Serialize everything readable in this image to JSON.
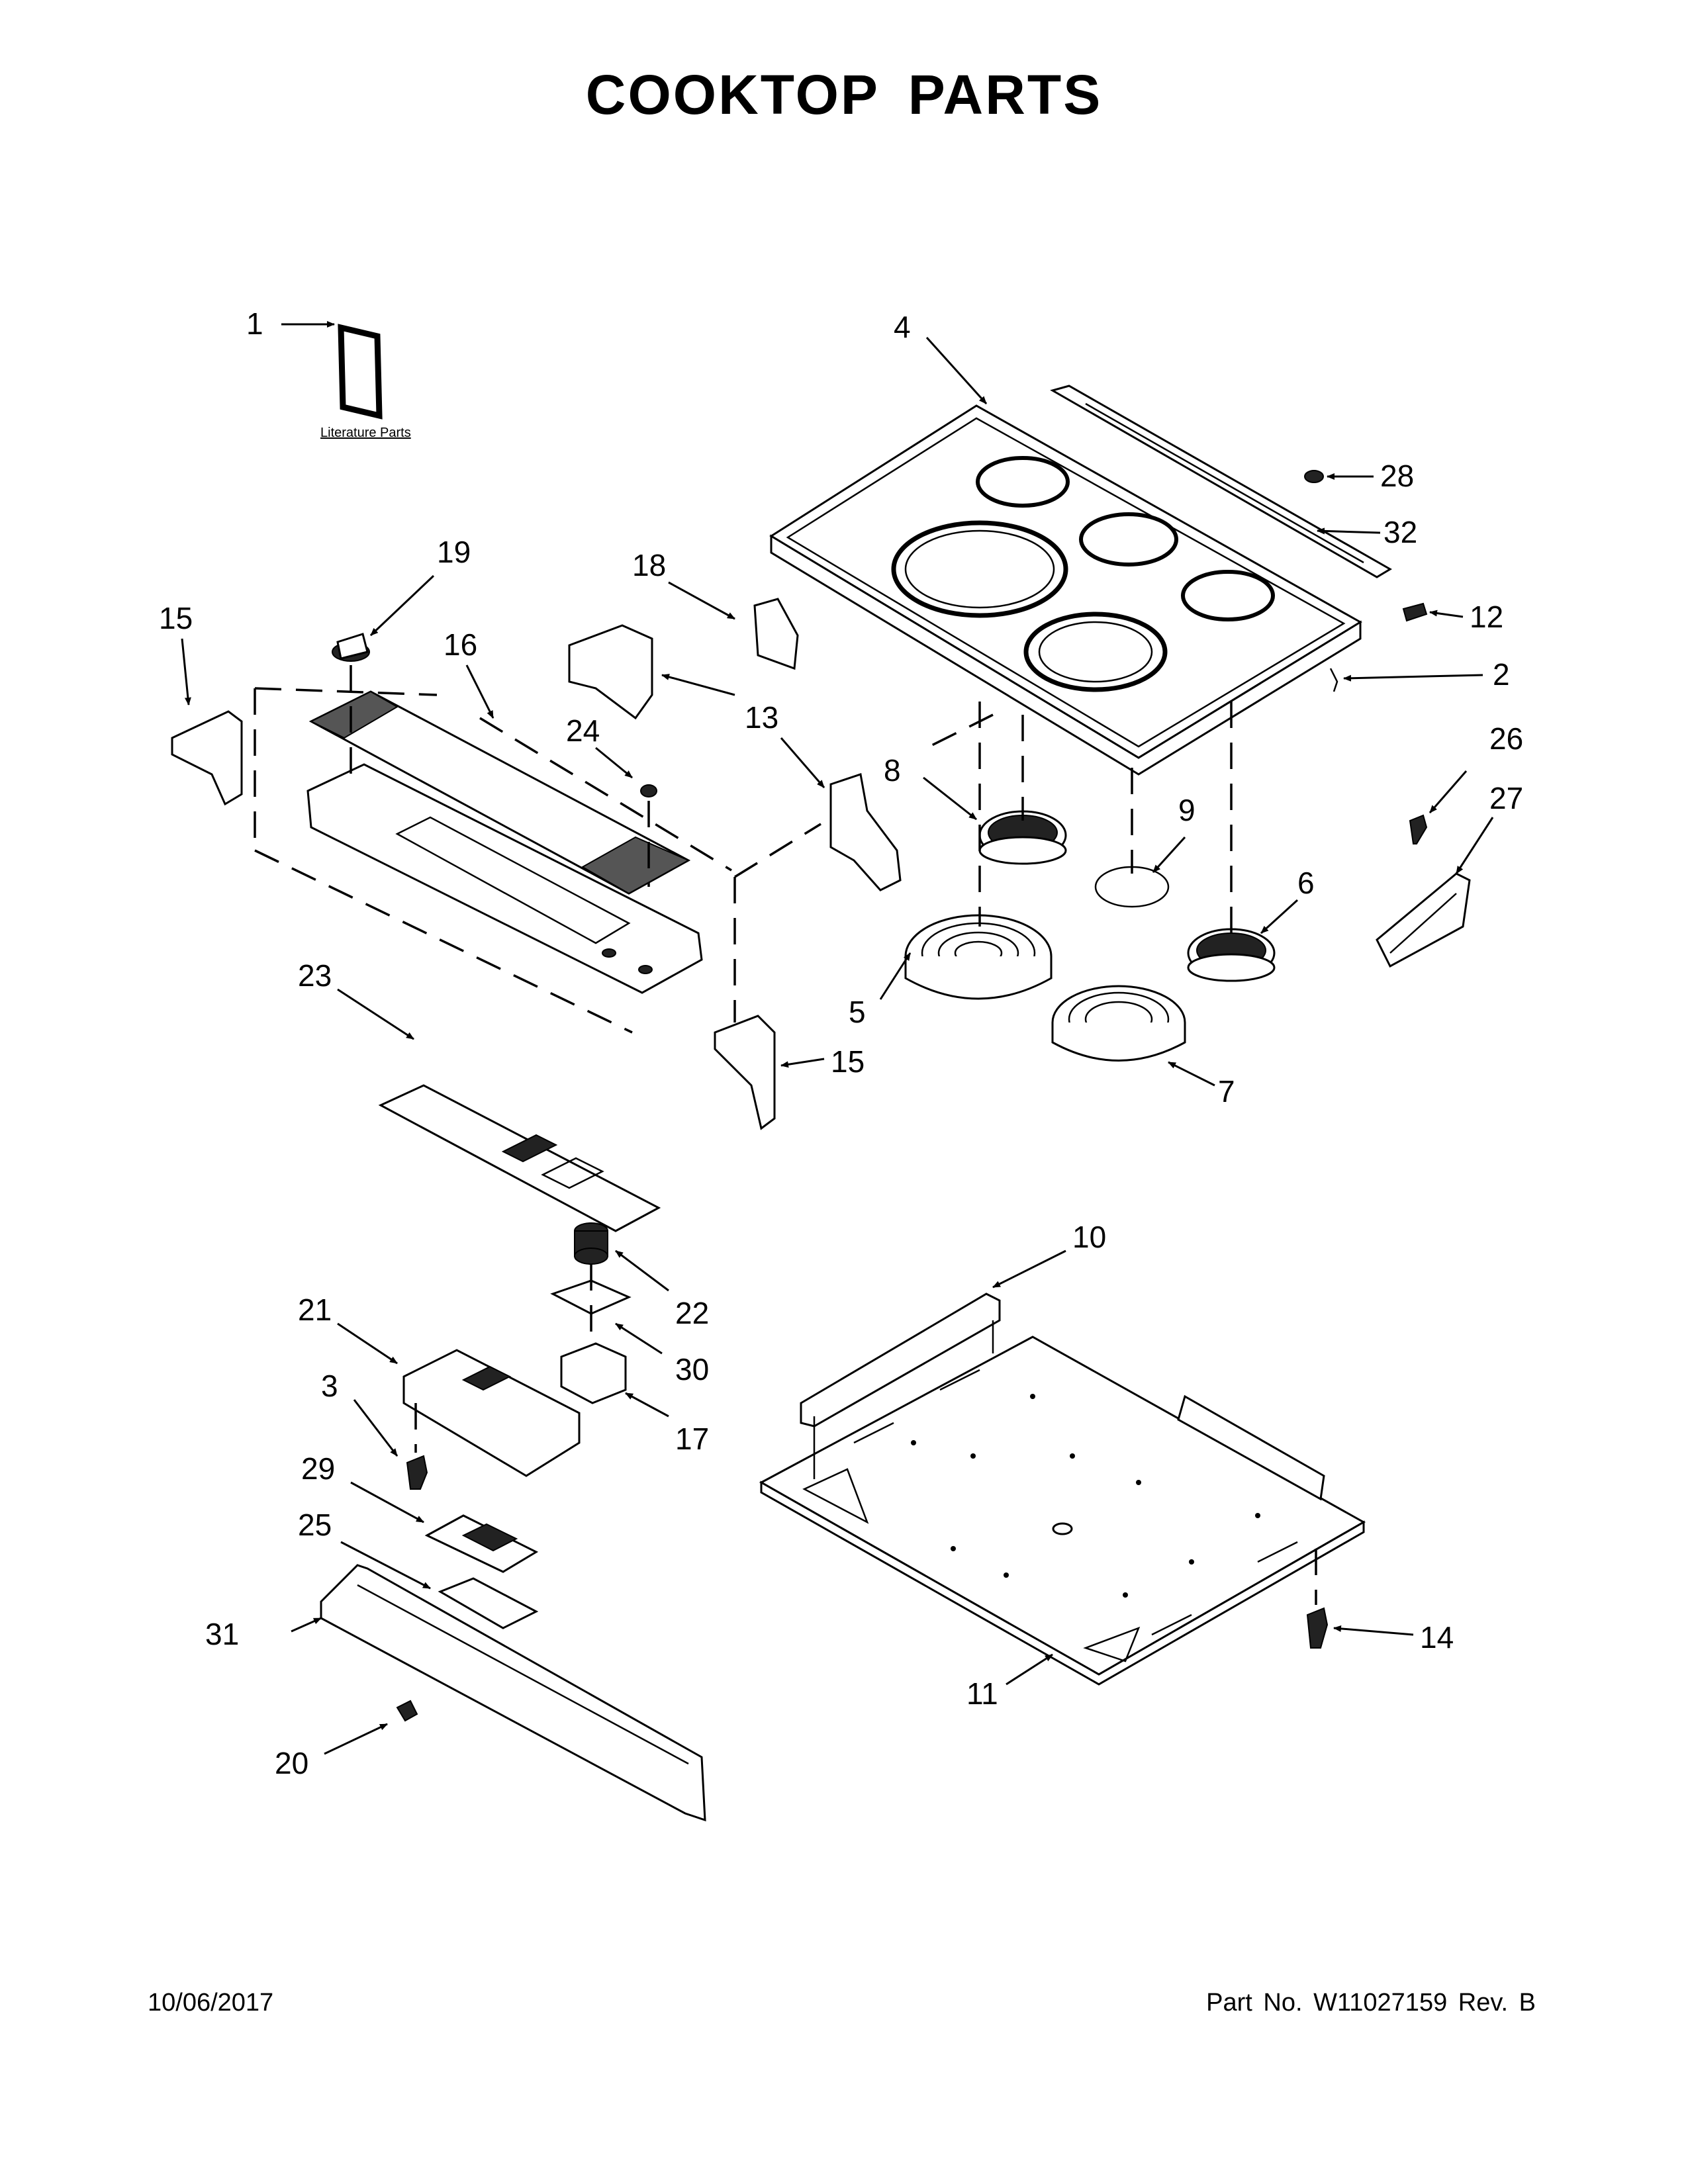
{
  "title": "COOKTOP PARTS",
  "footer": {
    "date": "10/06/2017",
    "part_number": "Part No.  W11027159  Rev.  B"
  },
  "literature_label": "Literature Parts",
  "callouts": {
    "c1": "1",
    "c2": "2",
    "c3": "3",
    "c4": "4",
    "c5": "5",
    "c6": "6",
    "c7": "7",
    "c8": "8",
    "c9": "9",
    "c10": "10",
    "c11": "11",
    "c12": "12",
    "c13": "13",
    "c14": "14",
    "c15a": "15",
    "c15b": "15",
    "c16": "16",
    "c17": "17",
    "c18": "18",
    "c19": "19",
    "c20": "20",
    "c21": "21",
    "c22": "22",
    "c23": "23",
    "c24": "24",
    "c25": "25",
    "c26": "26",
    "c27": "27",
    "c28": "28",
    "c29": "29",
    "c30": "30",
    "c31": "31",
    "c32": "32"
  }
}
